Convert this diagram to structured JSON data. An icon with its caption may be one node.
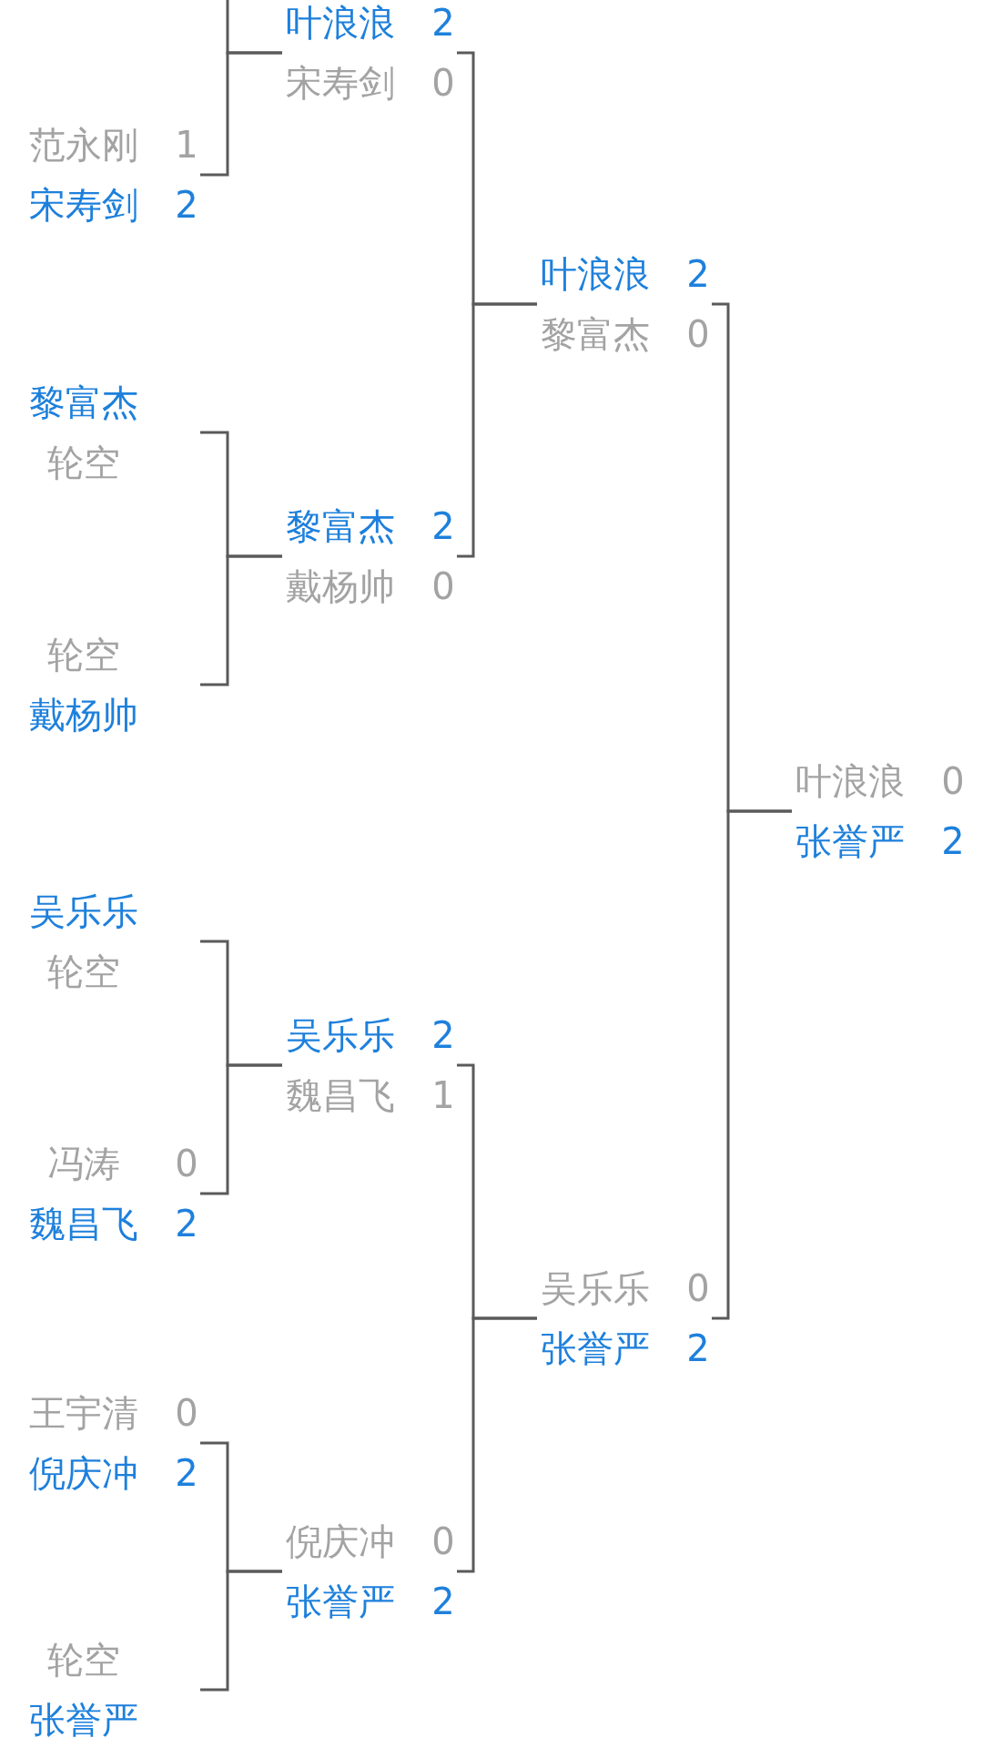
{
  "diagram": {
    "nodes": [
      {
        "text": [
          "范永刚",
          "1",
          "宋寿剑",
          "2"
        ]
      },
      {
        "text": [
          "黎富杰",
          "轮空"
        ]
      },
      {
        "text": [
          "轮空",
          "戴杨帅"
        ]
      },
      {
        "text": [
          "吴乐乐",
          "轮空"
        ]
      },
      {
        "text": [
          "冯涛",
          "0",
          "魏昌飞",
          "2"
        ]
      },
      {
        "text": [
          "王宇清",
          "0",
          "倪庆冲",
          "2"
        ]
      },
      {
        "text": [
          "轮空",
          "张誉严"
        ]
      },
      {
        "text": [
          "叶浪浪",
          "2",
          "宋寿剑",
          "0"
        ]
      },
      {
        "text": [
          "黎富杰",
          "2",
          "戴杨帅",
          "0"
        ]
      },
      {
        "text": [
          "吴乐乐",
          "2",
          "魏昌飞",
          "1"
        ]
      },
      {
        "text": [
          "倪庆冲",
          "0",
          "张誉严",
          "2"
        ]
      },
      {
        "text": [
          "叶浪浪",
          "2",
          "黎富杰",
          "0"
        ]
      },
      {
        "text": [
          "吴乐乐",
          "0",
          "张誉严",
          "2"
        ]
      },
      {
        "text": [
          "叶浪浪",
          "0",
          "张誉严",
          "2"
        ]
      }
    ],
    "edges": [
      {
        "from": null,
        "to": 7,
        "arrow": "none"
      },
      {
        "from": 0,
        "to": 7,
        "arrow": "none"
      },
      {
        "from": 1,
        "to": 8,
        "arrow": "none"
      },
      {
        "from": 2,
        "to": 8,
        "arrow": "none"
      },
      {
        "from": 3,
        "to": 9,
        "arrow": "none"
      },
      {
        "from": 4,
        "to": 9,
        "arrow": "none"
      },
      {
        "from": 5,
        "to": 10,
        "arrow": "none"
      },
      {
        "from": 6,
        "to": 10,
        "arrow": "none"
      },
      {
        "from": 7,
        "to": 11,
        "arrow": "none"
      },
      {
        "from": 8,
        "to": 11,
        "arrow": "none"
      },
      {
        "from": 9,
        "to": 12,
        "arrow": "none"
      },
      {
        "from": 10,
        "to": 12,
        "arrow": "none"
      },
      {
        "from": 11,
        "to": 13,
        "arrow": "none"
      },
      {
        "from": 12,
        "to": 13,
        "arrow": "none"
      }
    ]
  }
}
